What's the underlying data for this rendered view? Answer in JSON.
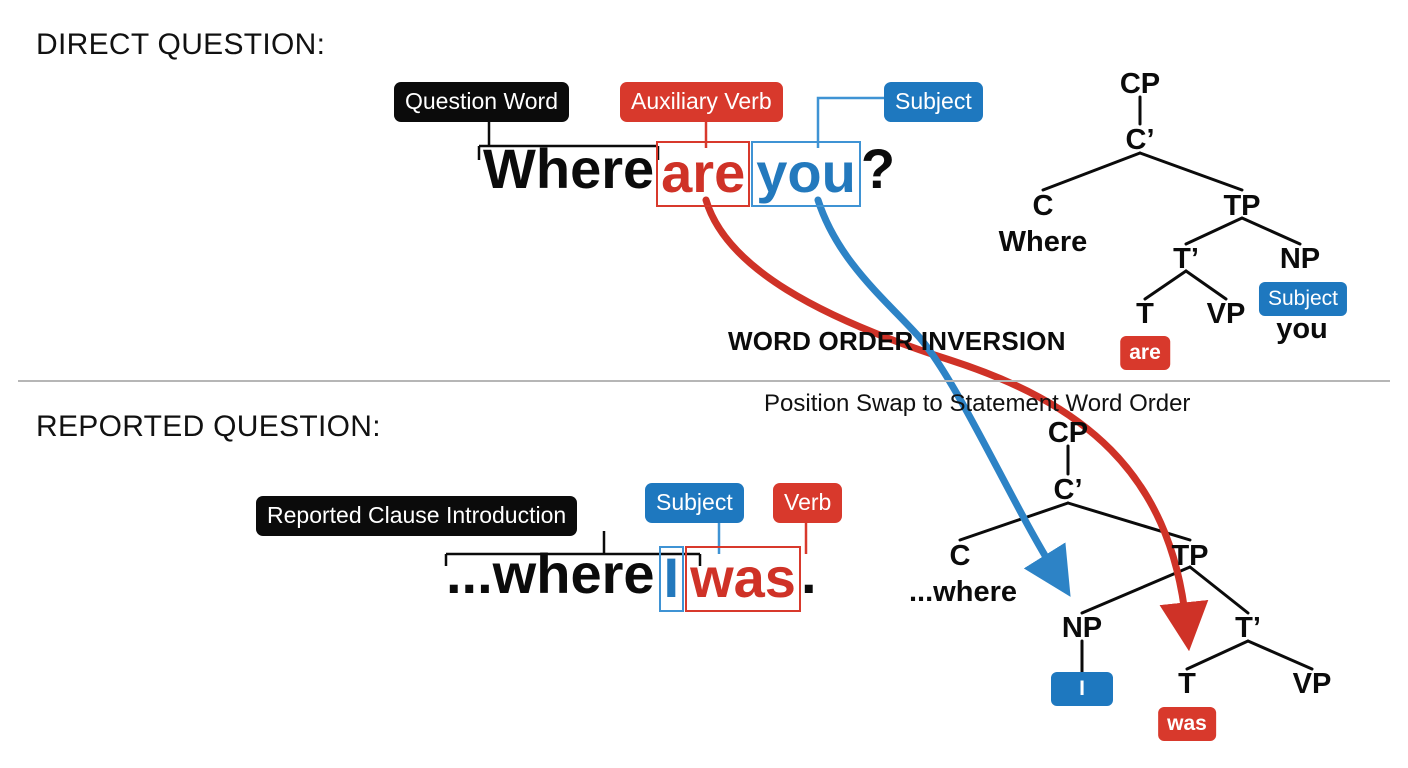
{
  "colors": {
    "red": "#d8392c",
    "blue": "#1e78bf",
    "black": "#0b0b0b",
    "word_red": "#cf3227",
    "word_blue": "#2379bd",
    "divider": "#b6b6b6",
    "background": "#ffffff"
  },
  "direct": {
    "heading": "DIRECT QUESTION:",
    "labels": {
      "question_word": "Question Word",
      "auxiliary_verb": "Auxiliary Verb",
      "subject": "Subject"
    },
    "sentence": {
      "w1": "Where",
      "w2": "are",
      "w3": "you",
      "w4": "?"
    },
    "tree": {
      "cp": "CP",
      "cbar": "C’",
      "c": "C",
      "c_word": "Where",
      "tp": "TP",
      "tbar": "T’",
      "t": "T",
      "t_word": "are",
      "vp": "VP",
      "np": "NP",
      "np_chip": "Subject",
      "np_word": "you"
    }
  },
  "middle": {
    "inversion": "WORD ORDER INVERSION",
    "swap": "Position Swap to Statement Word Order"
  },
  "reported": {
    "heading": "REPORTED QUESTION:",
    "labels": {
      "clause_intro": "Reported Clause Introduction",
      "subject": "Subject",
      "verb": "Verb"
    },
    "sentence": {
      "w1": "...where",
      "w2": "I",
      "w3": "was",
      "w4": "."
    },
    "tree": {
      "cp": "CP",
      "cbar": "C’",
      "c": "C",
      "c_word": "...where",
      "tp": "TP",
      "np": "NP",
      "np_chip": "I",
      "tbar": "T’",
      "t": "T",
      "t_word": "was",
      "vp": "VP"
    }
  }
}
